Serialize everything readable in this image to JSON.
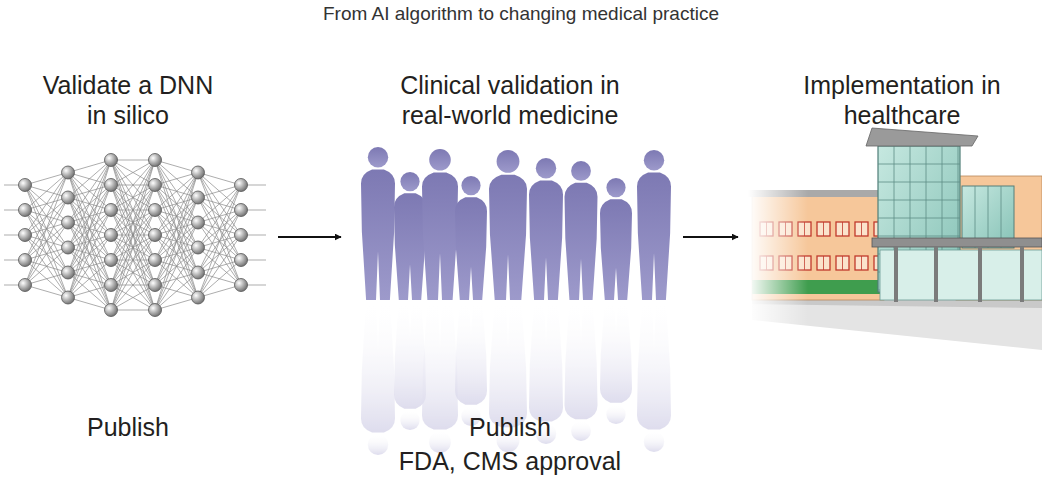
{
  "diagram": {
    "title": "From AI algorithm to changing medical practice",
    "nodes": [
      {
        "text": [
          "Validate a DNN in silico",
          "Publish"
        ]
      },
      {
        "text": [
          "Clinical validation in real-world medicine",
          "Publish",
          "FDA, CMS approval"
        ]
      },
      {
        "text": [
          "Implementation in healthcare"
        ]
      }
    ],
    "edges": [
      {
        "from": 0,
        "to": 1,
        "arrow": "to"
      },
      {
        "from": 1,
        "to": 2,
        "arrow": "to"
      }
    ]
  }
}
